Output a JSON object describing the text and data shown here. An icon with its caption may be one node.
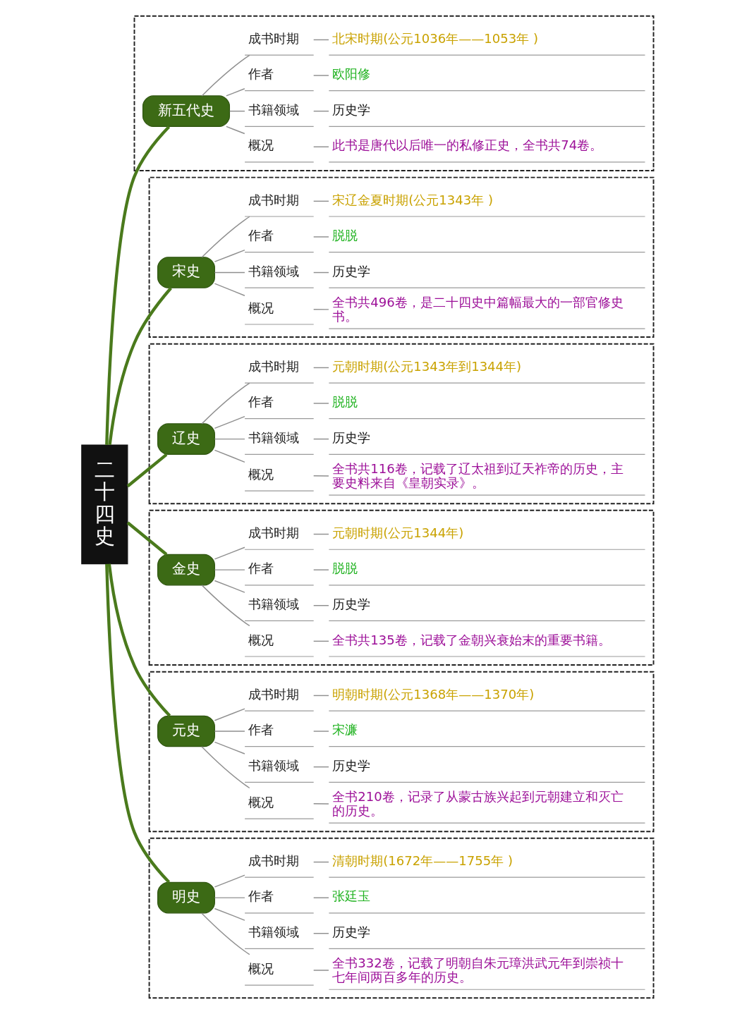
{
  "diagram": {
    "nodes": [
      {
        "text": [
          "二十四史"
        ]
      },
      {
        "text": [],
        "shape": "box"
      },
      {
        "text": [
          "新五代史"
        ],
        "in": 1
      },
      {
        "text": [
          "成书时期"
        ],
        "in": 1
      },
      {
        "text": [
          "北宋时期(公元1036年——1053年 )"
        ],
        "in": 1
      },
      {
        "text": [
          "作者"
        ],
        "in": 1
      },
      {
        "text": [
          "欧阳修"
        ],
        "in": 1
      },
      {
        "text": [
          "书籍领域"
        ],
        "in": 1
      },
      {
        "text": [
          "历史学"
        ],
        "in": 1
      },
      {
        "text": [
          "概况"
        ],
        "in": 1
      },
      {
        "text": [
          "此书是唐代以后唯一的私修正史，全书共74卷。"
        ],
        "in": 1
      },
      {
        "text": [],
        "shape": "box"
      },
      {
        "text": [
          "宋史"
        ],
        "in": 11
      },
      {
        "text": [
          "成书时期"
        ],
        "in": 11
      },
      {
        "text": [
          "宋辽金夏时期(公元1343年 )"
        ],
        "in": 11
      },
      {
        "text": [
          "作者"
        ],
        "in": 11
      },
      {
        "text": [
          "脱脱"
        ],
        "in": 11
      },
      {
        "text": [
          "书籍领域"
        ],
        "in": 11
      },
      {
        "text": [
          "历史学"
        ],
        "in": 11
      },
      {
        "text": [
          "概况"
        ],
        "in": 11
      },
      {
        "text": [
          "全书共496卷，是二十四史中篇幅最大的一部官修史书。"
        ],
        "in": 11
      },
      {
        "text": [],
        "shape": "box"
      },
      {
        "text": [
          "辽史"
        ],
        "in": 21
      },
      {
        "text": [
          "成书时期"
        ],
        "in": 21
      },
      {
        "text": [
          "元朝时期(公元1343年到1344年)"
        ],
        "in": 21
      },
      {
        "text": [
          "作者"
        ],
        "in": 21
      },
      {
        "text": [
          "脱脱"
        ],
        "in": 21
      },
      {
        "text": [
          "书籍领域"
        ],
        "in": 21
      },
      {
        "text": [
          "历史学"
        ],
        "in": 21
      },
      {
        "text": [
          "概况"
        ],
        "in": 21
      },
      {
        "text": [
          "全书共116卷，记载了辽太祖到辽天祚帝的历史，主要史料来自《皇朝实录》。"
        ],
        "in": 21
      },
      {
        "text": [],
        "shape": "box"
      },
      {
        "text": [
          "金史"
        ],
        "in": 31
      },
      {
        "text": [
          "成书时期"
        ],
        "in": 31
      },
      {
        "text": [
          "元朝时期(公元1344年)"
        ],
        "in": 31
      },
      {
        "text": [
          "作者"
        ],
        "in": 31
      },
      {
        "text": [
          "脱脱"
        ],
        "in": 31
      },
      {
        "text": [
          "书籍领域"
        ],
        "in": 31
      },
      {
        "text": [
          "历史学"
        ],
        "in": 31
      },
      {
        "text": [
          "概况"
        ],
        "in": 31
      },
      {
        "text": [
          "全书共135卷，记载了金朝兴衰始末的重要书籍。"
        ],
        "in": 31
      },
      {
        "text": [],
        "shape": "box"
      },
      {
        "text": [
          "元史"
        ],
        "in": 41
      },
      {
        "text": [
          "成书时期"
        ],
        "in": 41
      },
      {
        "text": [
          "明朝时期(公元1368年——1370年)"
        ],
        "in": 41
      },
      {
        "text": [
          "作者"
        ],
        "in": 41
      },
      {
        "text": [
          "宋濂"
        ],
        "in": 41
      },
      {
        "text": [
          "书籍领域"
        ],
        "in": 41
      },
      {
        "text": [
          "历史学"
        ],
        "in": 41
      },
      {
        "text": [
          "概况"
        ],
        "in": 41
      },
      {
        "text": [
          "全书210卷，记录了从蒙古族兴起到元朝建立和灭亡的历史。"
        ],
        "in": 41
      },
      {
        "text": [],
        "shape": "box"
      },
      {
        "text": [
          "明史"
        ],
        "in": 51
      },
      {
        "text": [
          "成书时期"
        ],
        "in": 51
      },
      {
        "text": [
          "清朝时期(1672年——1755年 )"
        ],
        "in": 51
      },
      {
        "text": [
          "作者"
        ],
        "in": 51
      },
      {
        "text": [
          "张廷玉"
        ],
        "in": 51
      },
      {
        "text": [
          "书籍领域"
        ],
        "in": 51
      },
      {
        "text": [
          "历史学"
        ],
        "in": 51
      },
      {
        "text": [
          "概况"
        ],
        "in": 51
      },
      {
        "text": [
          "全书332卷，记载了明朝自朱元璋洪武元年到崇祯十七年间两百多年的历史。"
        ],
        "in": 51
      }
    ],
    "edges": [
      {
        "from": 0,
        "to": 2,
        "arrow": "none",
        "style": "thick",
        "color": "#4a7a1c"
      },
      {
        "from": 2,
        "to": 3,
        "arrow": "none"
      },
      {
        "from": 3,
        "to": 4,
        "arrow": "none"
      },
      {
        "from": 2,
        "to": 5,
        "arrow": "none"
      },
      {
        "from": 5,
        "to": 6,
        "arrow": "none"
      },
      {
        "from": 2,
        "to": 7,
        "arrow": "none"
      },
      {
        "from": 7,
        "to": 8,
        "arrow": "none"
      },
      {
        "from": 2,
        "to": 9,
        "arrow": "none"
      },
      {
        "from": 9,
        "to": 10,
        "arrow": "none"
      },
      {
        "from": 0,
        "to": 12,
        "arrow": "none",
        "style": "thick",
        "color": "#4a7a1c"
      },
      {
        "from": 12,
        "to": 13,
        "arrow": "none"
      },
      {
        "from": 13,
        "to": 14,
        "arrow": "none"
      },
      {
        "from": 12,
        "to": 15,
        "arrow": "none"
      },
      {
        "from": 15,
        "to": 16,
        "arrow": "none"
      },
      {
        "from": 12,
        "to": 17,
        "arrow": "none"
      },
      {
        "from": 17,
        "to": 18,
        "arrow": "none"
      },
      {
        "from": 12,
        "to": 19,
        "arrow": "none"
      },
      {
        "from": 19,
        "to": 20,
        "arrow": "none"
      },
      {
        "from": 0,
        "to": 22,
        "arrow": "none",
        "style": "thick",
        "color": "#4a7a1c"
      },
      {
        "from": 22,
        "to": 23,
        "arrow": "none"
      },
      {
        "from": 23,
        "to": 24,
        "arrow": "none"
      },
      {
        "from": 22,
        "to": 25,
        "arrow": "none"
      },
      {
        "from": 25,
        "to": 26,
        "arrow": "none"
      },
      {
        "from": 22,
        "to": 27,
        "arrow": "none"
      },
      {
        "from": 27,
        "to": 28,
        "arrow": "none"
      },
      {
        "from": 22,
        "to": 29,
        "arrow": "none"
      },
      {
        "from": 29,
        "to": 30,
        "arrow": "none"
      },
      {
        "from": 0,
        "to": 32,
        "arrow": "none",
        "style": "thick",
        "color": "#4a7a1c"
      },
      {
        "from": 32,
        "to": 33,
        "arrow": "none"
      },
      {
        "from": 33,
        "to": 34,
        "arrow": "none"
      },
      {
        "from": 32,
        "to": 35,
        "arrow": "none"
      },
      {
        "from": 35,
        "to": 36,
        "arrow": "none"
      },
      {
        "from": 32,
        "to": 37,
        "arrow": "none"
      },
      {
        "from": 37,
        "to": 38,
        "arrow": "none"
      },
      {
        "from": 32,
        "to": 39,
        "arrow": "none"
      },
      {
        "from": 39,
        "to": 40,
        "arrow": "none"
      },
      {
        "from": 0,
        "to": 42,
        "arrow": "none",
        "style": "thick",
        "color": "#4a7a1c"
      },
      {
        "from": 42,
        "to": 43,
        "arrow": "none"
      },
      {
        "from": 43,
        "to": 44,
        "arrow": "none"
      },
      {
        "from": 42,
        "to": 45,
        "arrow": "none"
      },
      {
        "from": 45,
        "to": 46,
        "arrow": "none"
      },
      {
        "from": 42,
        "to": 47,
        "arrow": "none"
      },
      {
        "from": 47,
        "to": 48,
        "arrow": "none"
      },
      {
        "from": 42,
        "to": 49,
        "arrow": "none"
      },
      {
        "from": 49,
        "to": 50,
        "arrow": "none"
      },
      {
        "from": 0,
        "to": 52,
        "arrow": "none",
        "style": "thick",
        "color": "#4a7a1c"
      },
      {
        "from": 52,
        "to": 53,
        "arrow": "none"
      },
      {
        "from": 53,
        "to": 54,
        "arrow": "none"
      },
      {
        "from": 52,
        "to": 55,
        "arrow": "none"
      },
      {
        "from": 55,
        "to": 56,
        "arrow": "none"
      },
      {
        "from": 52,
        "to": 57,
        "arrow": "none"
      },
      {
        "from": 57,
        "to": 58,
        "arrow": "none"
      },
      {
        "from": 52,
        "to": 59,
        "arrow": "none"
      },
      {
        "from": 59,
        "to": 60,
        "arrow": "none"
      }
    ]
  }
}
